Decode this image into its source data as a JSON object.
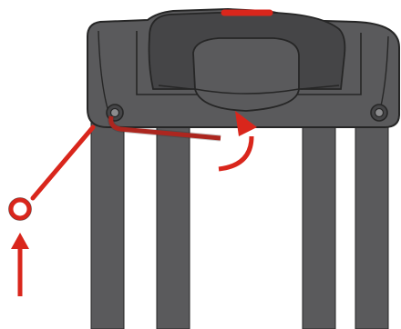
{
  "illustration": {
    "subject": "luggage-trolley-handle-hex-key-removal",
    "colors": {
      "body": "#5a5a5c",
      "body_dark": "#454547",
      "outline": "#262626",
      "accent": "#d9261c",
      "background": "#ffffff",
      "screw_fill": "#8c8c8e"
    },
    "components": [
      "handle-housing",
      "grip-cover",
      "release-button",
      "trolley-tubes",
      "screw-hole-left",
      "screw-hole-right",
      "hex-key",
      "rotate-arrow",
      "pull-arrow"
    ]
  }
}
